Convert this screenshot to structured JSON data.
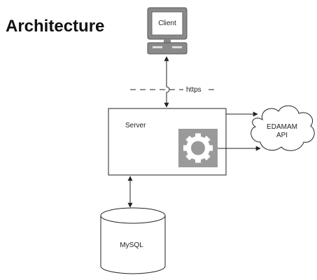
{
  "title": "Architecture",
  "nodes": {
    "client": "Client",
    "server": "Server",
    "api_line1": "EDAMAM",
    "api_line2": "API",
    "database": "MySQL"
  },
  "boundary_label": "https",
  "icons": {
    "client": "computer-terminal-icon",
    "server": "gear-icon",
    "database": "cylinder-database-icon",
    "api": "cloud-icon"
  },
  "colors": {
    "stroke": "#222222",
    "monitor": "#8a8a8a",
    "gear_bg": "#9a9a9a",
    "gear_fg": "#ffffff"
  }
}
